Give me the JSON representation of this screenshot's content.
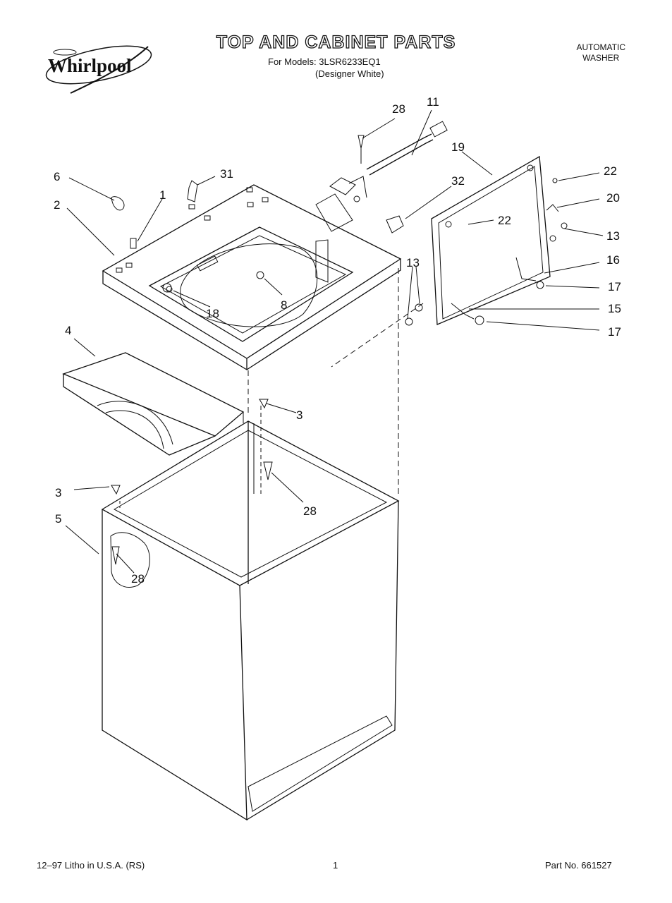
{
  "header": {
    "brand": "Whirlpool",
    "title": "TOP AND CABINET PARTS",
    "models_line": "For Models: 3LSR6233EQ1",
    "color_line": "(Designer White)",
    "product_type": [
      "AUTOMATIC",
      "WASHER"
    ]
  },
  "callouts": [
    "28",
    "11",
    "19",
    "22",
    "6",
    "31",
    "1",
    "2",
    "32",
    "22",
    "20",
    "13",
    "13",
    "16",
    "17",
    "18",
    "8",
    "15",
    "17",
    "4",
    "3",
    "3",
    "28",
    "5",
    "28"
  ],
  "footer": {
    "print_info": "12–97 Litho in U.S.A. (RS)",
    "page_number": "1",
    "part_number": "Part No. 661527"
  }
}
